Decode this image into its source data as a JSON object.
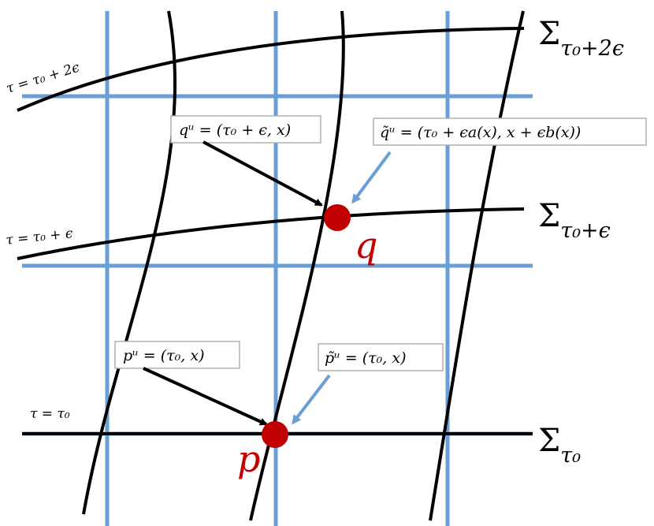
{
  "colors": {
    "grid": "#6a9fd4",
    "curve": "#000000",
    "point": "#c00000",
    "box_border": "#b0b0b0"
  },
  "surfaces": {
    "sigma_top": {
      "base": "Σ",
      "sub": "τ₀+2ϵ"
    },
    "sigma_mid": {
      "base": "Σ",
      "sub": "τ₀+ϵ"
    },
    "sigma_bot": {
      "base": "Σ",
      "sub": "τ₀"
    }
  },
  "curve_labels": {
    "top": "τ = τ₀ + 2ϵ",
    "mid": "τ = τ₀ + ϵ",
    "bot": "τ = τ₀"
  },
  "boxes": {
    "q_coord": "qᵘ = (τ₀ + ϵ, x)",
    "q_tilde": "q̃ᵘ = (τ₀ + ϵa(x), x + ϵb(x))",
    "p_coord": "pᵘ = (τ₀, x)",
    "p_tilde": "p̃ᵘ =  (τ₀, x)"
  },
  "points": {
    "q": "q",
    "p": "p"
  }
}
